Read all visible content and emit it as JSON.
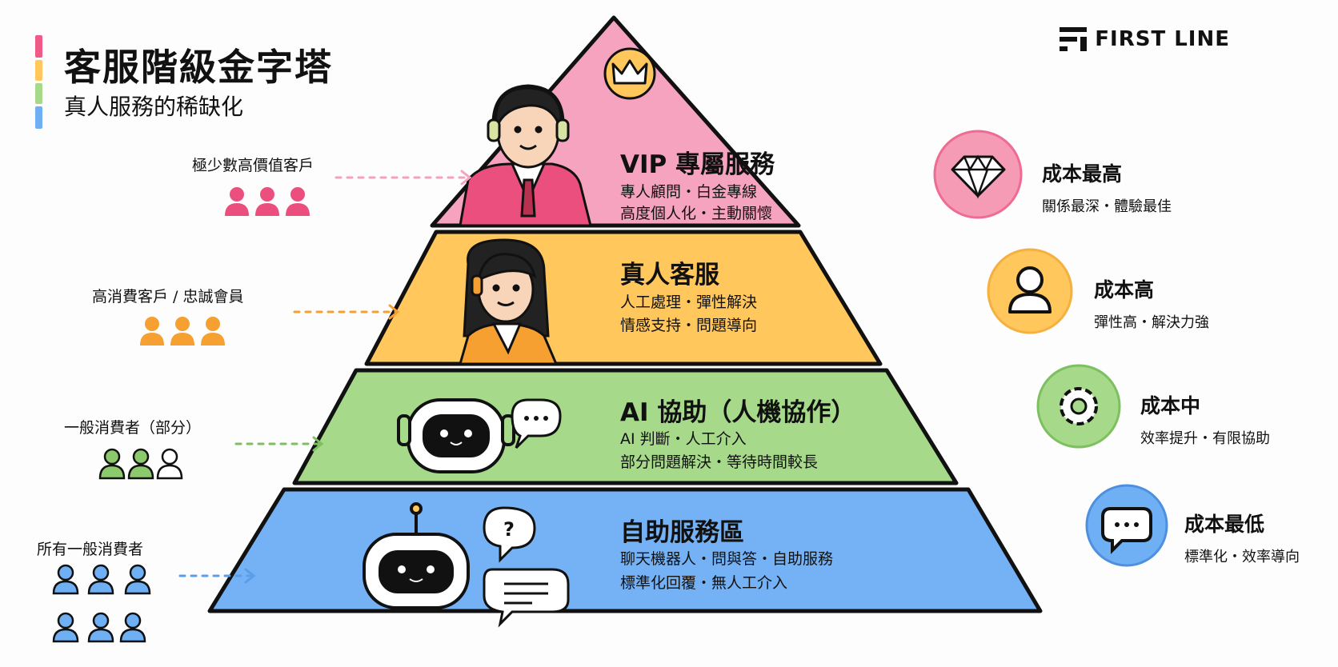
{
  "header": {
    "title": "客服階級金字塔",
    "subtitle": "真人服務的稀缺化",
    "brand": "FIRST LINE"
  },
  "colors": {
    "pink": "#f48fb1",
    "yellow": "#ffc75c",
    "green": "#a6d98a",
    "blue": "#6fb0f5",
    "pink_dark": "#e94f7c",
    "orange": "#f5a030",
    "green_dark": "#6bb55a",
    "blue_dark": "#4e90e0"
  },
  "tiers": [
    {
      "title": "VIP 專屬服務",
      "lines": [
        "專人顧問・白金專線",
        "高度個人化・主動關懷"
      ],
      "icon": "crown-icon"
    },
    {
      "title": "真人客服",
      "lines": [
        "人工處理・彈性解決",
        "情感支持・問題導向"
      ],
      "icon": "agent-icon"
    },
    {
      "title": "AI 協助（人機協作）",
      "lines": [
        "AI 判斷・人工介入",
        "部分問題解決・等待時間較長"
      ],
      "icon": "robot-headset-icon"
    },
    {
      "title": "自助服務區",
      "lines": [
        "聊天機器人・問與答・自助服務",
        "標準化回覆・無人工介入"
      ],
      "icon": "chatbot-icon"
    }
  ],
  "audiences": [
    {
      "label": "極少數高價值客戶"
    },
    {
      "label": "高消費客戶 / 忠誠會員"
    },
    {
      "label": "一般消費者（部分）"
    },
    {
      "label": "所有一般消費者"
    }
  ],
  "costs": [
    {
      "title": "成本最高",
      "desc": "關係最深・體驗最佳",
      "icon": "diamond-icon"
    },
    {
      "title": "成本高",
      "desc": "彈性高・解決力強",
      "icon": "user-icon"
    },
    {
      "title": "成本中",
      "desc": "效率提升・有限協助",
      "icon": "gear-icon"
    },
    {
      "title": "成本最低",
      "desc": "標準化・效率導向",
      "icon": "chat-bubble-icon"
    }
  ]
}
